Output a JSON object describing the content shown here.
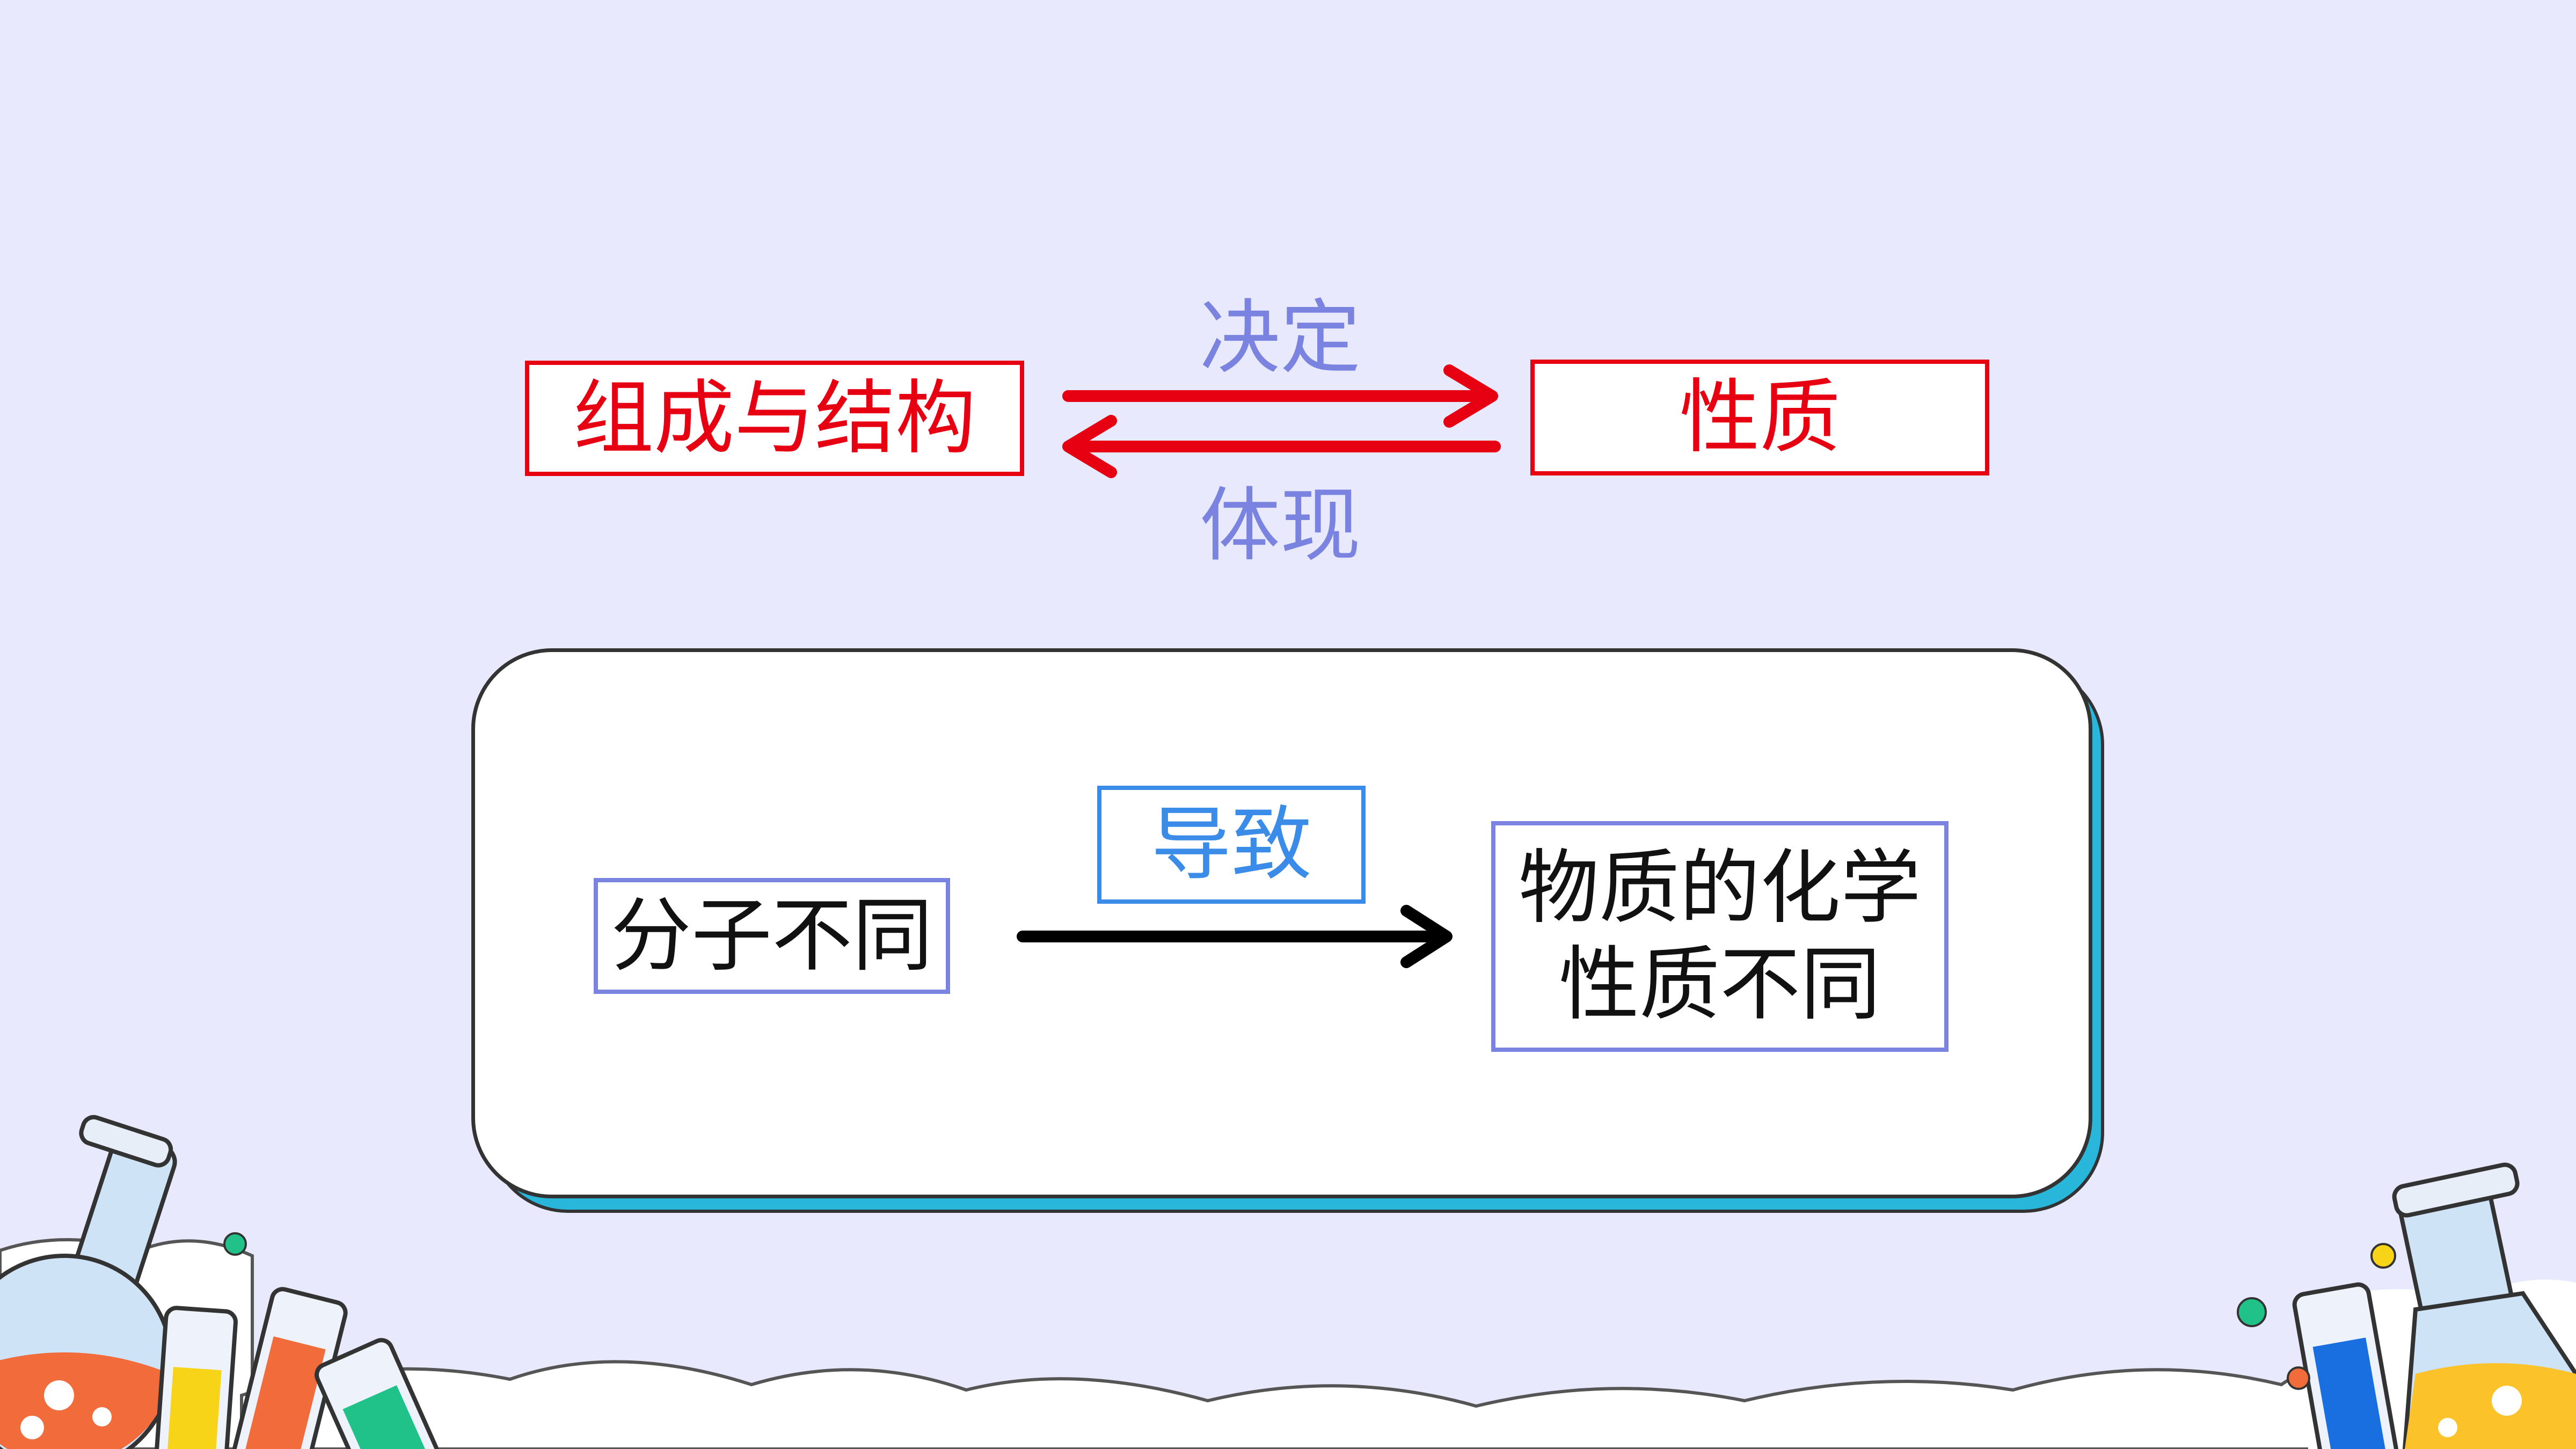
{
  "top": {
    "left_box": "组成与结构",
    "right_box": "性质",
    "arrow_label_top": "决定",
    "arrow_label_bottom": "体现"
  },
  "panel": {
    "left_box": "分子不同",
    "arrow_label": "导致",
    "right_box_line1": "物质的化学",
    "right_box_line2": "性质不同"
  },
  "colors": {
    "background": "#e8e9fd",
    "red": "#e60012",
    "purple": "#7b83e0",
    "blue": "#3b8be8",
    "panel_shadow": "#28b6da"
  }
}
